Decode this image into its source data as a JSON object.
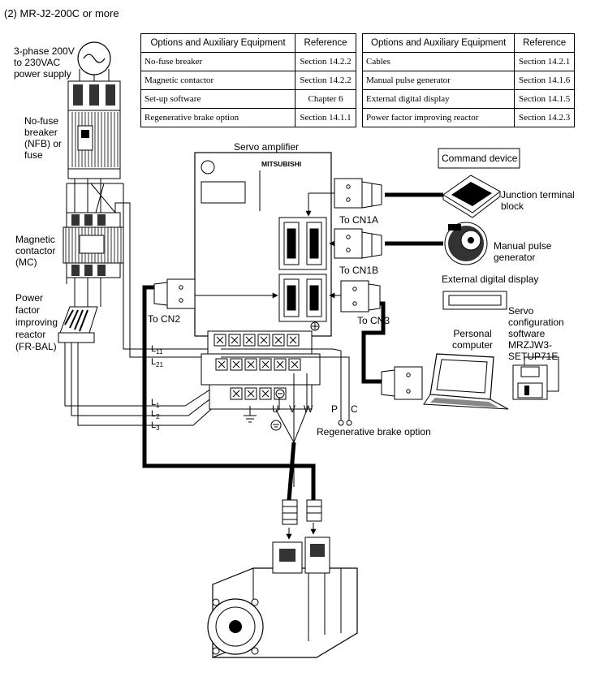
{
  "heading": "(2) MR-J2-200C or more",
  "table_left": {
    "headers": [
      "Options and Auxiliary Equipment",
      "Reference"
    ],
    "rows": [
      [
        "No-fuse breaker",
        "Section 14.2.2"
      ],
      [
        "Magnetic contactor",
        "Section 14.2.2"
      ],
      [
        "Set-up software",
        "Chapter 6"
      ],
      [
        "Regenerative brake option",
        "Section 14.1.1"
      ]
    ]
  },
  "table_right": {
    "headers": [
      "Options and Auxiliary Equipment",
      "Reference"
    ],
    "rows": [
      [
        "Cables",
        "Section 14.2.1"
      ],
      [
        "Manual pulse generator",
        "Section 14.1.6"
      ],
      [
        "External digital display",
        "Section 14.1.5"
      ],
      [
        "Power factor improving reactor",
        "Section 14.2.3"
      ]
    ]
  },
  "labels": {
    "power_supply": [
      "3-phase 200V",
      "to 230VAC",
      "power supply"
    ],
    "nfb": [
      "No-fuse",
      "breaker",
      "(NFB) or",
      "fuse"
    ],
    "mc": [
      "Magnetic",
      "contactor",
      "(MC)"
    ],
    "reactor": [
      "Power",
      "factor",
      "improving",
      "reactor",
      "(FR-BAL)"
    ],
    "servo_amplifier": "Servo amplifier",
    "brand": "MITSUBISHI",
    "command_device": "Command device",
    "to_cn1a": "To CN1A",
    "to_cn1b": "To CN1B",
    "to_cn2": "To CN2",
    "to_cn3": "To CN3",
    "junction": [
      "Junction terminal",
      "block"
    ],
    "manual_pulse": [
      "Manual pulse",
      "generator"
    ],
    "ext_display": "External digital display",
    "personal_computer": [
      "Personal",
      "computer"
    ],
    "servo_config": [
      "Servo",
      "configuration",
      "software",
      "MRZJW3-",
      "SETUP71E"
    ],
    "regen_option": "Regenerative brake option",
    "terminal_l11": "L11",
    "terminal_l21": "L21",
    "terminal_l1": "L1",
    "terminal_l2": "L2",
    "terminal_l3": "L3",
    "terminal_u": "U",
    "terminal_v": "V",
    "terminal_w": "W",
    "terminal_p": "P",
    "terminal_c": "C"
  }
}
